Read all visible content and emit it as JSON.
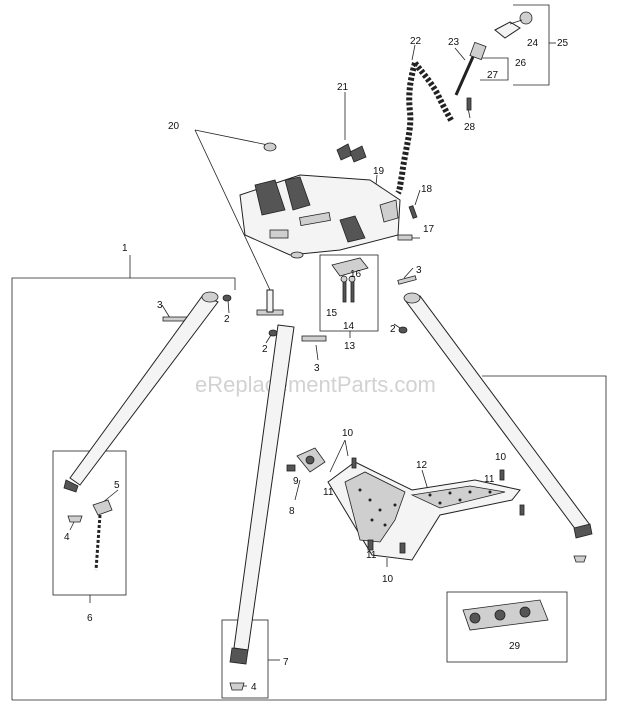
{
  "watermark": "eReplacementParts.com",
  "callouts": [
    {
      "id": "c1",
      "text": "1"
    },
    {
      "id": "c2a",
      "text": "2"
    },
    {
      "id": "c2b",
      "text": "2"
    },
    {
      "id": "c2c",
      "text": "2"
    },
    {
      "id": "c3a",
      "text": "3"
    },
    {
      "id": "c3b",
      "text": "3"
    },
    {
      "id": "c3c",
      "text": "3"
    },
    {
      "id": "c4a",
      "text": "4"
    },
    {
      "id": "c4b",
      "text": "4"
    },
    {
      "id": "c5",
      "text": "5"
    },
    {
      "id": "c6",
      "text": "6"
    },
    {
      "id": "c7",
      "text": "7"
    },
    {
      "id": "c8",
      "text": "8"
    },
    {
      "id": "c9",
      "text": "9"
    },
    {
      "id": "c10a",
      "text": "10"
    },
    {
      "id": "c10b",
      "text": "10"
    },
    {
      "id": "c10c",
      "text": "10"
    },
    {
      "id": "c11a",
      "text": "11"
    },
    {
      "id": "c11b",
      "text": "11"
    },
    {
      "id": "c11c",
      "text": "11"
    },
    {
      "id": "c12",
      "text": "12"
    },
    {
      "id": "c13",
      "text": "13"
    },
    {
      "id": "c14",
      "text": "14"
    },
    {
      "id": "c15",
      "text": "15"
    },
    {
      "id": "c16",
      "text": "16"
    },
    {
      "id": "c17",
      "text": "17"
    },
    {
      "id": "c18",
      "text": "18"
    },
    {
      "id": "c19",
      "text": "19"
    },
    {
      "id": "c20",
      "text": "20"
    },
    {
      "id": "c21",
      "text": "21"
    },
    {
      "id": "c22",
      "text": "22"
    },
    {
      "id": "c23",
      "text": "23"
    },
    {
      "id": "c24",
      "text": "24"
    },
    {
      "id": "c25",
      "text": "25"
    },
    {
      "id": "c26",
      "text": "26"
    },
    {
      "id": "c27",
      "text": "27"
    },
    {
      "id": "c28",
      "text": "28"
    },
    {
      "id": "c29",
      "text": "29"
    }
  ]
}
